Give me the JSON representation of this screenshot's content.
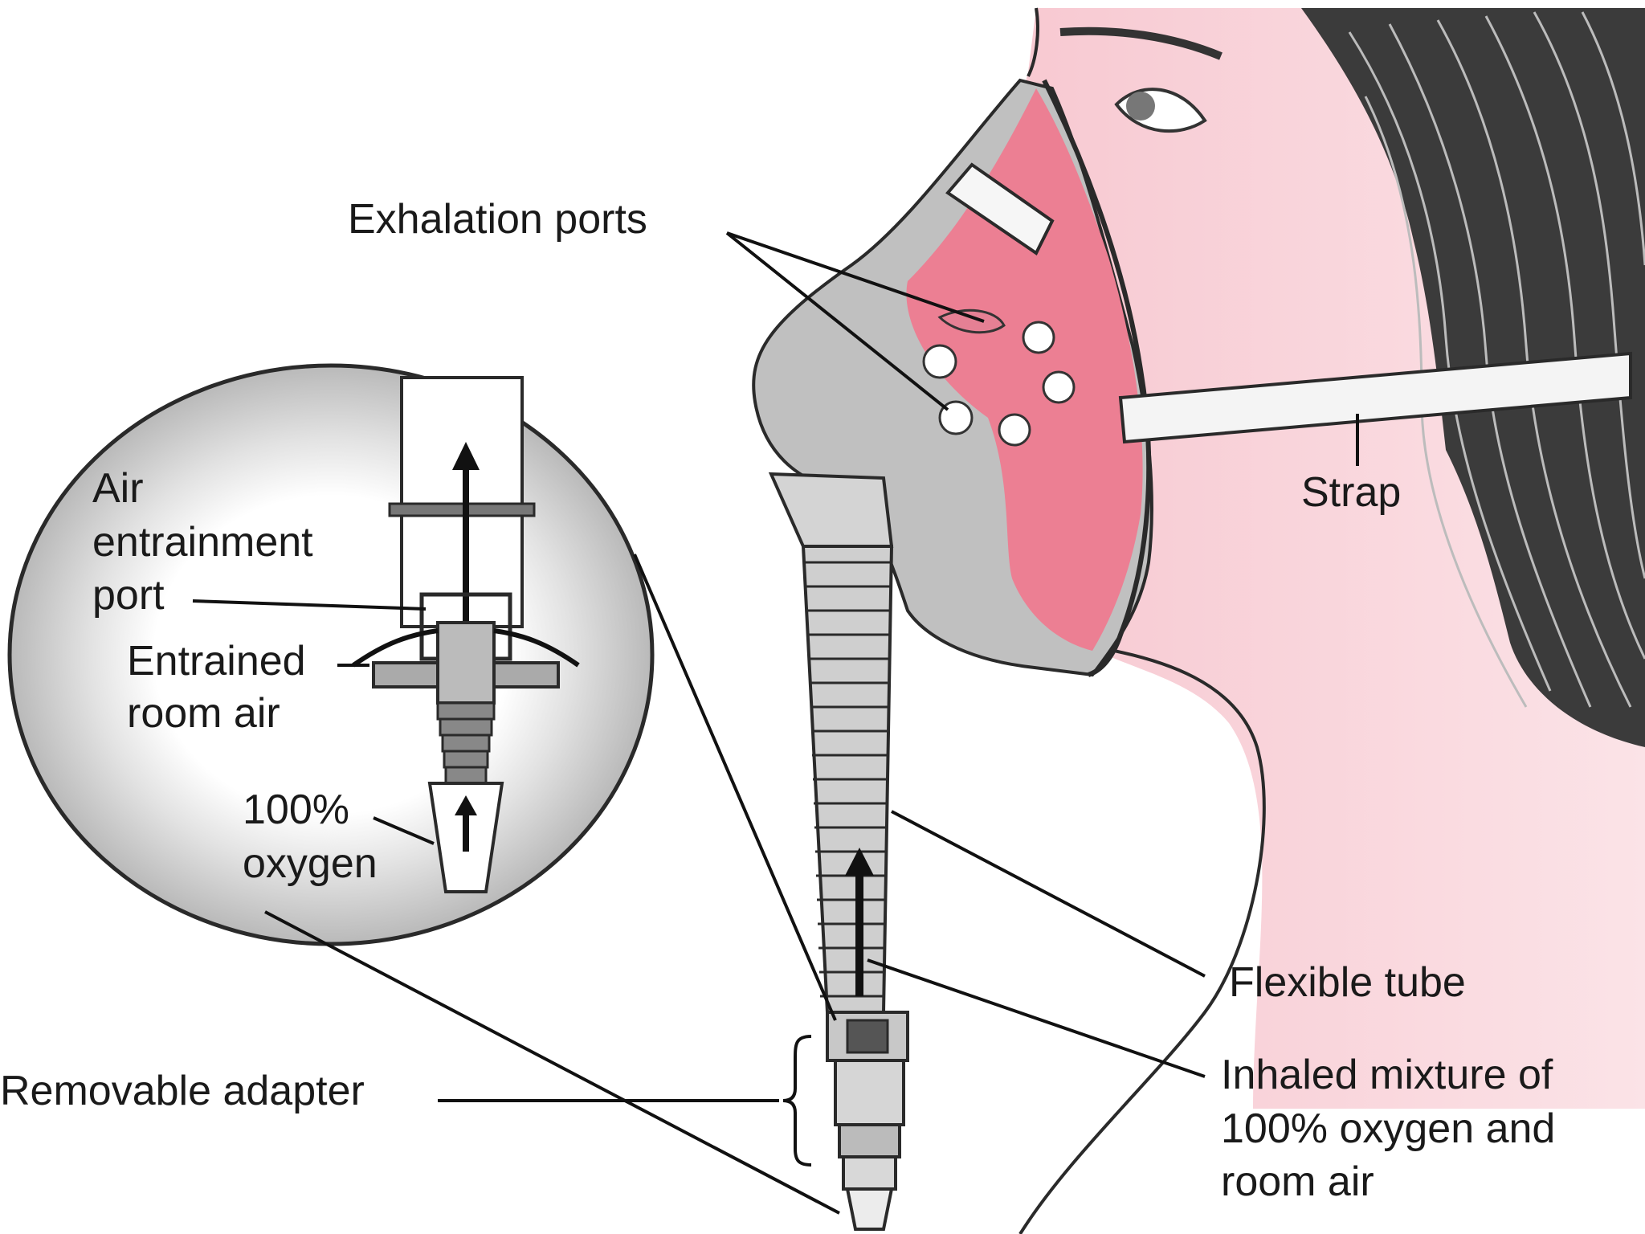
{
  "labels": {
    "exhalation_ports": "Exhalation ports",
    "strap": "Strap",
    "air_entrainment_port": [
      "Air",
      "entrainment",
      "port"
    ],
    "entrained_room_air": [
      "Entrained",
      "room air"
    ],
    "oxygen_100": [
      "100%",
      "oxygen"
    ],
    "flexible_tube": "Flexible tube",
    "inhaled_mixture": [
      "Inhaled mixture of",
      "100% oxygen and",
      "room air"
    ],
    "removable_adapter": "Removable adapter"
  },
  "colors": {
    "skin": "#f5b8c4",
    "mask_inner": "#ec7f93",
    "mask_shell": "#bdbdbd",
    "hair": "#3a3a3a",
    "inset_bg": "#c8c8c8",
    "strap": "#f4f4f4"
  }
}
